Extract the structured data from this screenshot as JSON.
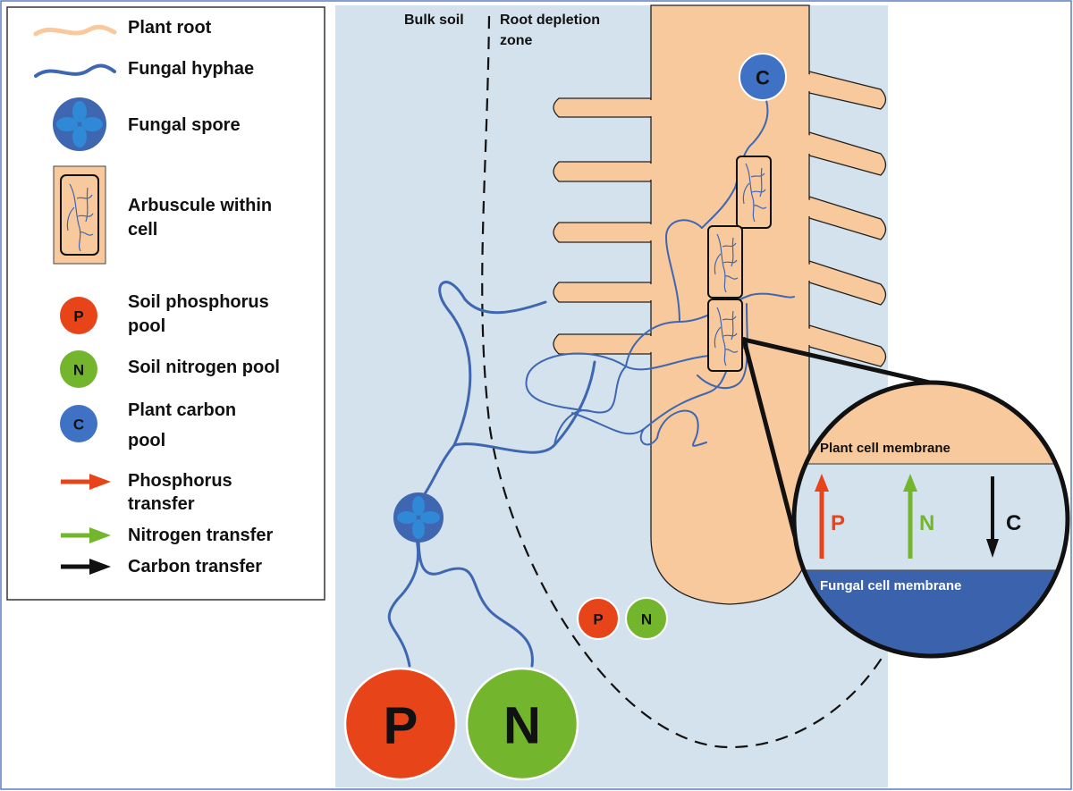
{
  "legend": {
    "items": [
      {
        "id": "plant-root",
        "label": "Plant root",
        "icon": "plant-root-icon"
      },
      {
        "id": "fungal-hyphae",
        "label": "Fungal hyphae",
        "icon": "fungal-hyphae-icon"
      },
      {
        "id": "fungal-spore",
        "label": "Fungal spore",
        "icon": "fungal-spore-icon"
      },
      {
        "id": "arbuscule",
        "label": "Arbuscule within",
        "label2": "cell",
        "icon": "arbuscule-icon"
      },
      {
        "id": "soil-p",
        "label": "Soil phosphorus",
        "label2": "pool",
        "icon": "phosphorus-pool-icon",
        "letter": "P"
      },
      {
        "id": "soil-n",
        "label": "Soil nitrogen pool",
        "icon": "nitrogen-pool-icon",
        "letter": "N"
      },
      {
        "id": "plant-c",
        "label": "Plant carbon",
        "label2": "pool",
        "icon": "carbon-pool-icon",
        "letter": "C"
      },
      {
        "id": "p-transfer",
        "label": "Phosphorus",
        "label2": "transfer",
        "icon": "orange-arrow-icon"
      },
      {
        "id": "n-transfer",
        "label": "Nitrogen transfer",
        "icon": "green-arrow-icon"
      },
      {
        "id": "c-transfer",
        "label": "Carbon transfer",
        "icon": "black-arrow-icon"
      }
    ]
  },
  "scene": {
    "bulk_soil": "Bulk soil",
    "depletion_zone_1": "Root depletion",
    "depletion_zone_2": "zone",
    "carbon_pool_letter": "C",
    "small_p": "P",
    "small_n": "N",
    "big_p": "P",
    "big_n": "N"
  },
  "inset": {
    "plant_membrane": "Plant cell membrane",
    "fungal_membrane": "Fungal cell membrane",
    "p_letter": "P",
    "n_letter": "N",
    "c_letter": "C"
  },
  "colors": {
    "soil": "#d3e2ec",
    "root": "#f8c99c",
    "hyphae": "#3f67b1",
    "phosphorus": "#e8441a",
    "nitrogen": "#73b62e",
    "carbon": "#3f72c4",
    "fungal_membrane": "#3b63ad"
  }
}
